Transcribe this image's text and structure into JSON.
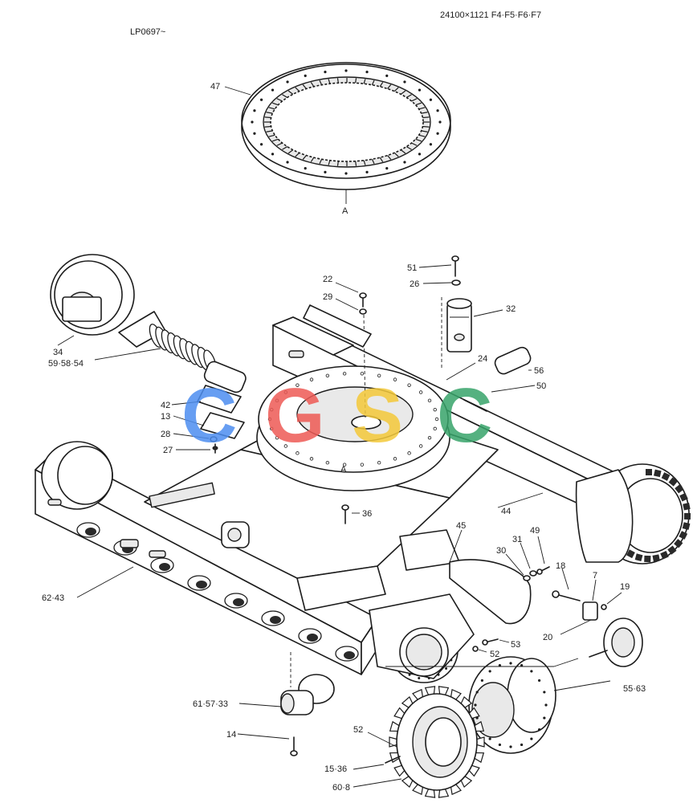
{
  "header": {
    "left_code": "LP0697~",
    "right_code": "24100×1121 F4·F5·F6·F7"
  },
  "watermark": {
    "letters": [
      "C",
      "G",
      "S",
      "C"
    ],
    "colors": [
      "#4d8ef0",
      "#ee5a55",
      "#f4c93a",
      "#38a46a"
    ]
  },
  "section_marks": {
    "top": "A",
    "bottom": "A"
  },
  "callouts": {
    "c47": "47",
    "c51": "51",
    "c26": "26",
    "c22": "22",
    "c29": "29",
    "c32": "32",
    "c34": "34",
    "c59_58_54": "59·58·54",
    "c24": "24",
    "c56": "56",
    "c50": "50",
    "c42": "42",
    "c13": "13",
    "c28": "28",
    "c27": "27",
    "c36": "36",
    "c44": "44",
    "c45": "45",
    "c31": "31",
    "c49": "49",
    "c30": "30",
    "c18": "18",
    "c7": "7",
    "c19": "19",
    "c20": "20",
    "c62_43": "62·43",
    "c53": "53",
    "c52a": "52",
    "c55_63": "55·63",
    "c61_57_33": "61·57·33",
    "c14": "14",
    "c52b": "52",
    "c15_36": "15·36",
    "c60_8": "60·8"
  }
}
